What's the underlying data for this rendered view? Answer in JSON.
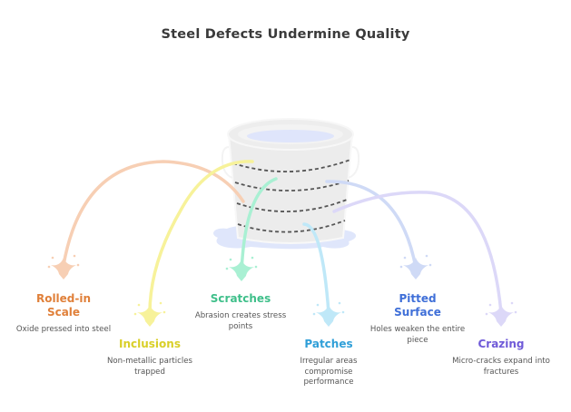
{
  "title": "Steel Defects Undermine Quality",
  "center_icon": "bucket-icon",
  "defects": [
    {
      "label": "Rolled-in Scale",
      "label_lines": [
        "Rolled-in",
        "Scale"
      ],
      "description": "Oxide pressed into steel",
      "color": "#e0803a",
      "stream_color": "#f7cfb4"
    },
    {
      "label": "Inclusions",
      "label_lines": [
        "Inclusions"
      ],
      "description": "Non-metallic particles trapped",
      "color": "#d9cf28",
      "stream_color": "#f7f29a"
    },
    {
      "label": "Scratches",
      "label_lines": [
        "Scratches"
      ],
      "description": "Abrasion creates stress points",
      "color": "#3fbf8a",
      "stream_color": "#a9f0d3"
    },
    {
      "label": "Patches",
      "label_lines": [
        "Patches"
      ],
      "description": "Irregular areas compromise performance",
      "color": "#2f9fd8",
      "stream_color": "#bfe8f8"
    },
    {
      "label": "Pitted Surface",
      "label_lines": [
        "Pitted",
        "Surface"
      ],
      "description": "Holes weaken the entire piece",
      "color": "#3f6fd8",
      "stream_color": "#cfdaf6"
    },
    {
      "label": "Crazing",
      "label_lines": [
        "Crazing"
      ],
      "description": "Micro-cracks expand into fractures",
      "color": "#6f5ad8",
      "stream_color": "#dcd8f8"
    }
  ]
}
